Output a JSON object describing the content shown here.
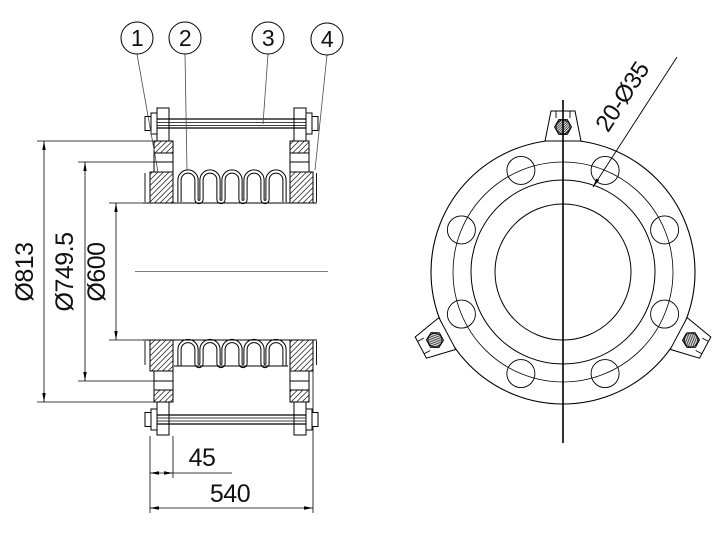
{
  "drawing": {
    "type": "engineering-section-drawing",
    "subject": "flanged bellows expansion joint, front section view and side flange view",
    "colors": {
      "background": "#ffffff",
      "line": "#000000",
      "leader": "#4a4a4a"
    },
    "balloons": {
      "b1": "1",
      "b2": "2",
      "b3": "3",
      "b4": "4"
    },
    "dims": {
      "flange_od": "Ø813",
      "collar_od": "Ø749.5",
      "bore": "Ø600",
      "flange_width": "45",
      "overall_length": "540",
      "bolt_holes": "20-Ø35"
    }
  }
}
